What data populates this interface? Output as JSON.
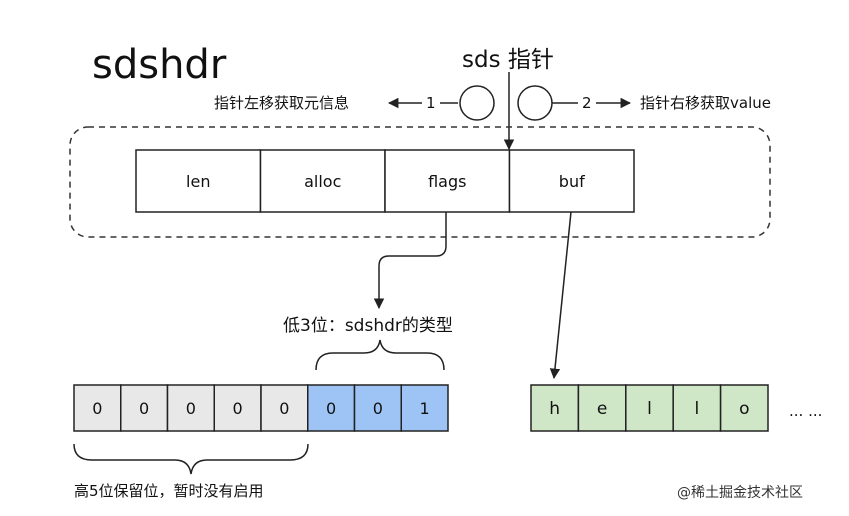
{
  "title": "sdshdr",
  "pointer_label": "sds 指针",
  "move_left": {
    "step": "1",
    "text": "指针左移获取元信息"
  },
  "move_right": {
    "step": "2",
    "text": "指针右移获取value"
  },
  "fields": [
    "len",
    "alloc",
    "flags",
    "buf"
  ],
  "type_label": "低3位：sdshdr的类型",
  "bits": [
    "0",
    "0",
    "0",
    "0",
    "0",
    "0",
    "0",
    "1"
  ],
  "reserved_label": "高5位保留位，暂时没有启用",
  "buf_chars": [
    "h",
    "e",
    "l",
    "l",
    "o"
  ],
  "ellipsis": "... ...",
  "watermark": "@稀土掘金技术社区",
  "colors": {
    "reserved_fill": "#e8e8e8",
    "type_fill": "#9ec3f5",
    "buf_fill": "#cfe6c7",
    "stroke": "#222222"
  }
}
